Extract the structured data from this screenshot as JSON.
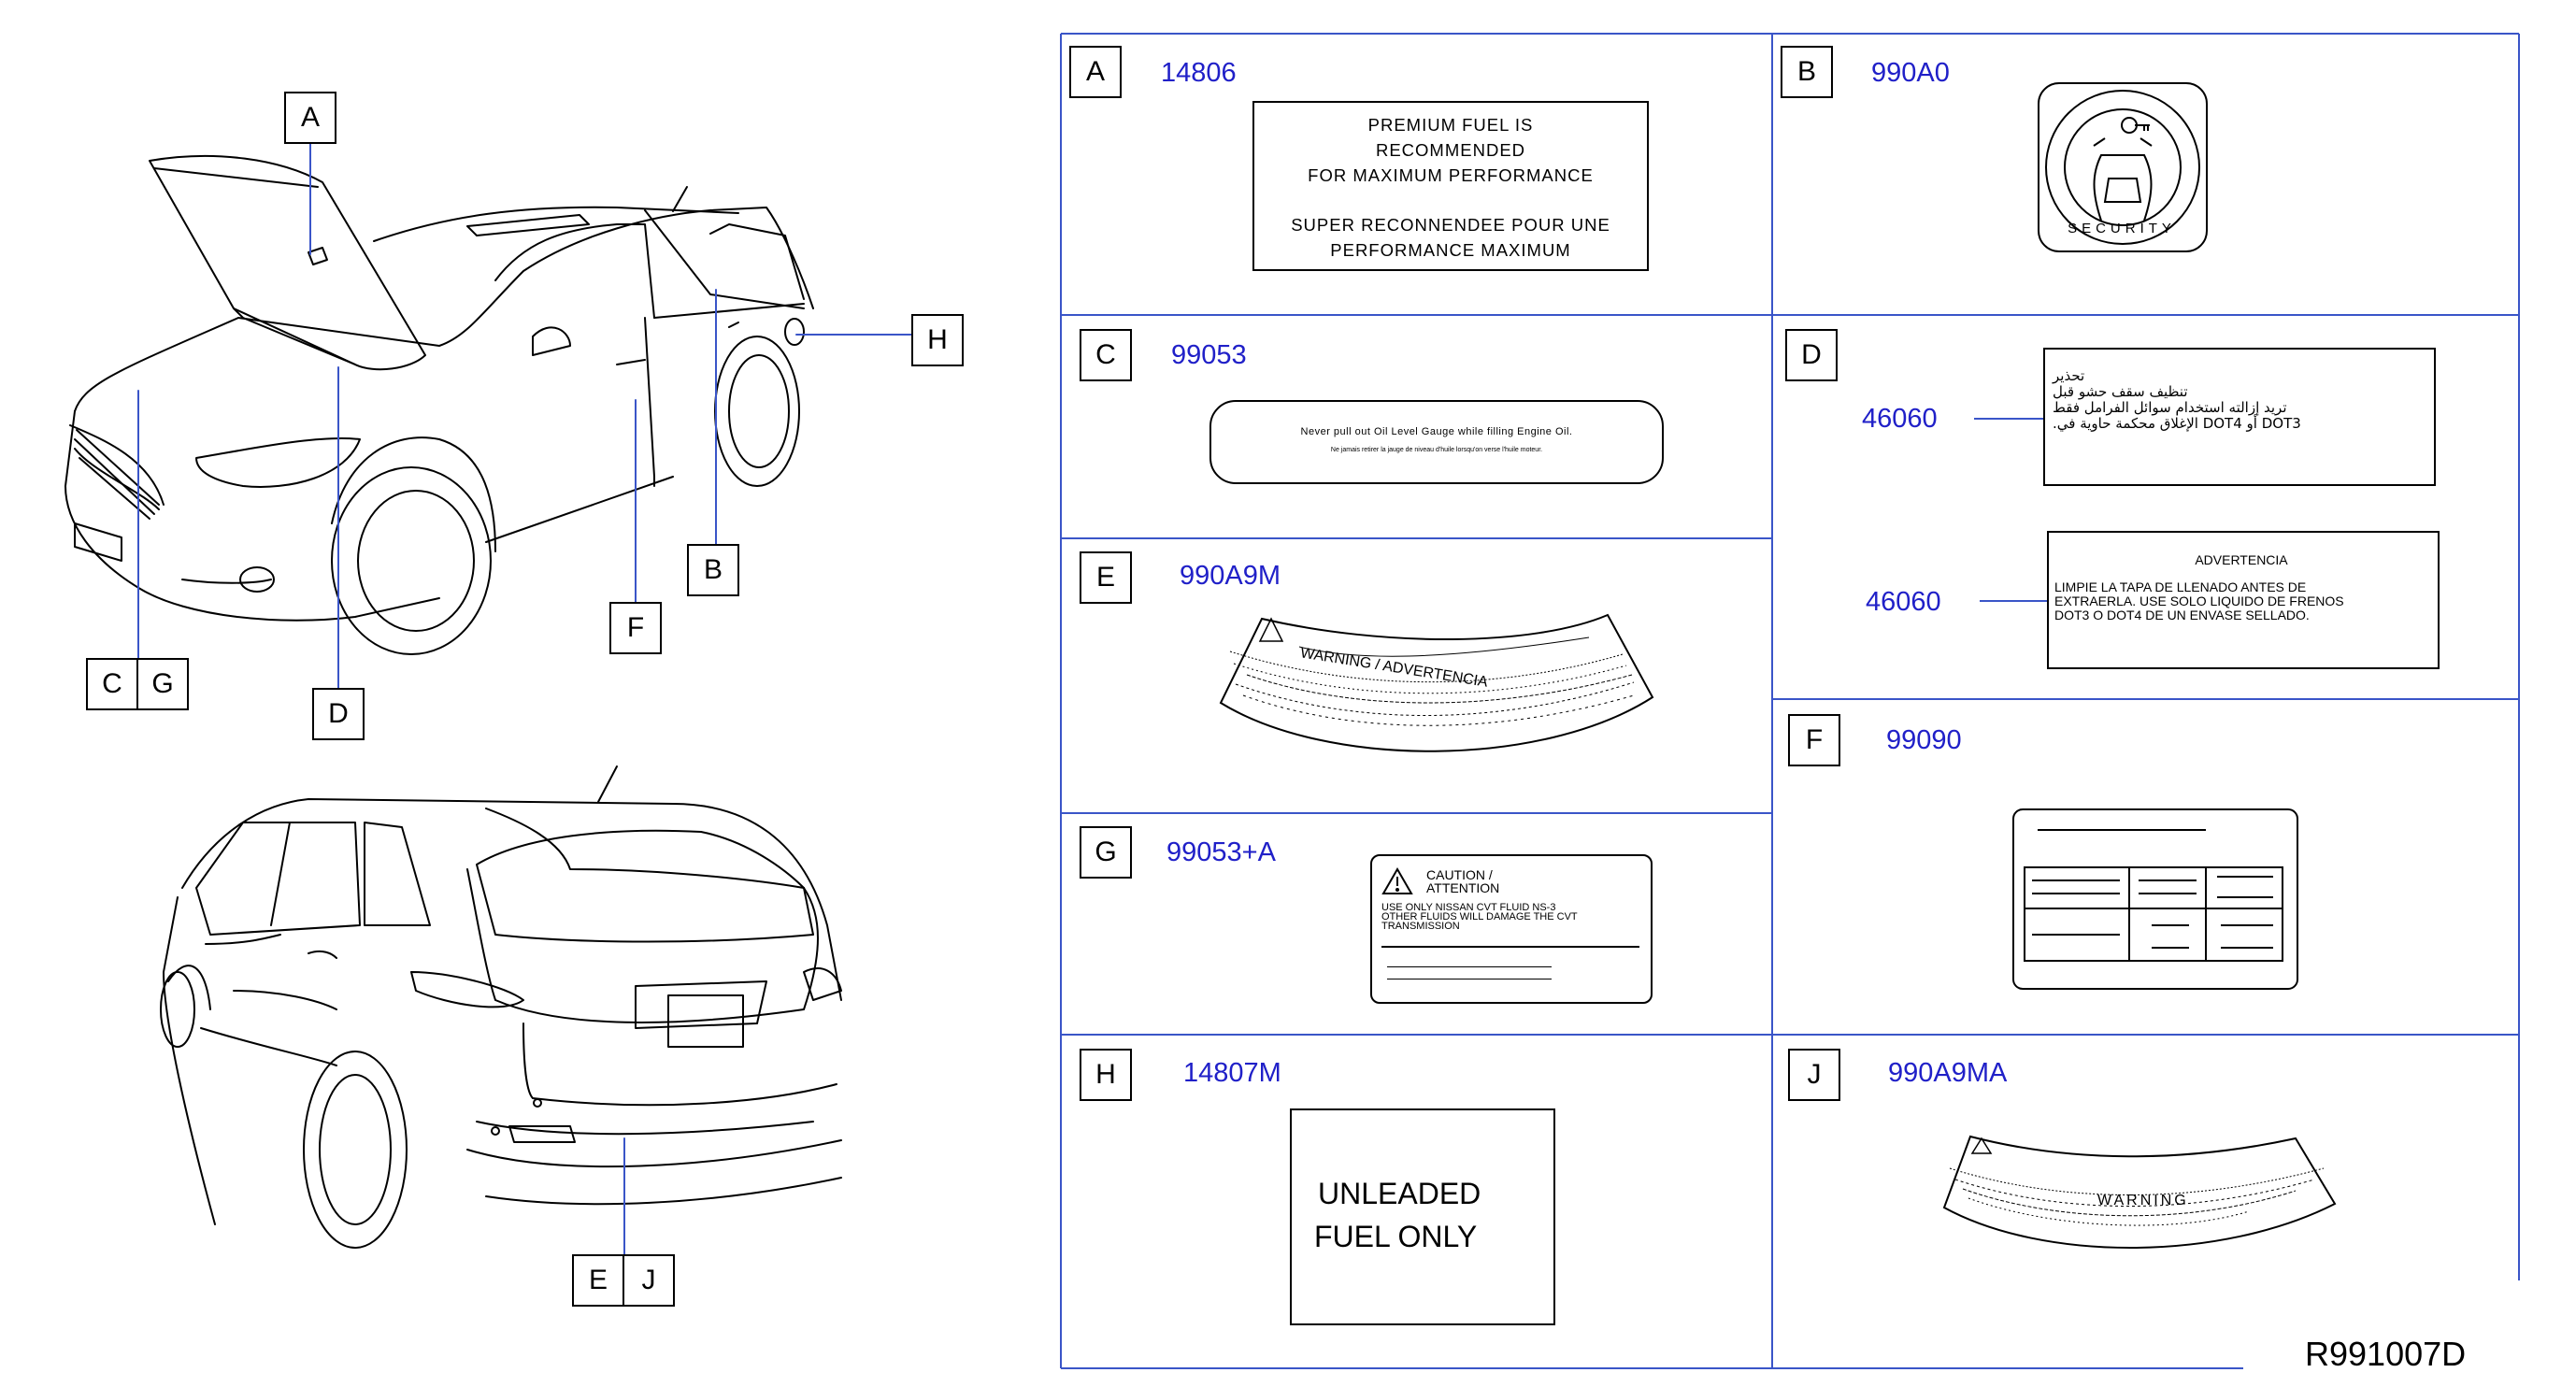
{
  "callouts": {
    "A": "A",
    "B": "B",
    "C": "C",
    "G": "G",
    "D": "D",
    "F": "F",
    "H": "H",
    "E": "E",
    "J": "J"
  },
  "panels": {
    "A": {
      "tag": "A",
      "part": "14806",
      "lines": [
        "PREMIUM   FUEL   IS",
        "RECOMMENDED",
        "FOR   MAXIMUM   PERFORMANCE",
        "SUPER   RECONNENDEE   POUR   UNE",
        "PERFORMANCE   MAXIMUM"
      ]
    },
    "B": {
      "tag": "B",
      "part": "990A0",
      "emblem_text": "SECURITY"
    },
    "C": {
      "tag": "C",
      "part": "99053",
      "line1": "Never   pull   out   Oil   Level   Gauge   while   filling   Engine   Oil.",
      "line2": "Ne   jamais   retirer   la   jauge   de   niveau   d'huile   lorsqu'on   verse   l'huile   moteur."
    },
    "D": {
      "tag": "D",
      "part_top": "46060",
      "part_bottom": "46060",
      "arabic_lines": [
        "تحذير",
        "تنظيف  سقف  حشو  قبل",
        "تريد  إزالته  استخدام  سوائل  الفرامل  فقط",
        "DOT3  أو  DOT4  الإغلاق  محكمة  حاوية  في."
      ],
      "es_title": "ADVERTENCIA",
      "es_lines": [
        "LIMPIE   LA   TAPA   DE   LLENADO   ANTES   DE",
        "EXTRAERLA.   USE   SOLO   LIQUIDO   DE   FRENOS",
        "DOT3   O   DOT4   DE   UN   ENVASE   SELLADO."
      ]
    },
    "E": {
      "tag": "E",
      "part": "990A9M",
      "warning_text": "WARNING / ADVERTENCIA"
    },
    "F": {
      "tag": "F",
      "part": "99090"
    },
    "G": {
      "tag": "G",
      "part": "99053+A",
      "caution_title": "CAUTION   /   ATTENTION",
      "lines": [
        "USE   ONLY   NISSAN   CVT   FLUID   NS-3",
        "OTHER   FLUIDS   WILL   DAMAGE   THE   CVT",
        "TRANSMISSION"
      ]
    },
    "H": {
      "tag": "H",
      "part": "14807M",
      "lines": [
        "UNLEADED",
        "FUEL   ONLY"
      ]
    },
    "J": {
      "tag": "J",
      "part": "990A9MA",
      "warning_text": "WARNING"
    }
  },
  "reference": "R991007D",
  "colors": {
    "part_number": "#2020c8",
    "grid": "#3a55c8",
    "ink": "#000000"
  }
}
